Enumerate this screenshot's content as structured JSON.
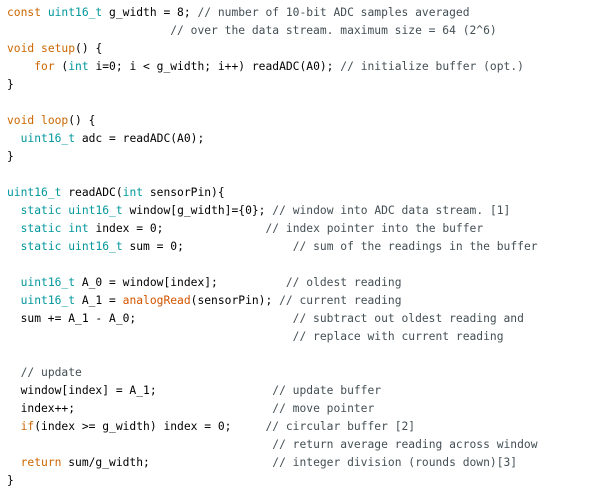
{
  "colors": {
    "background": "#ffffff",
    "keyword": "#cc6600",
    "type": "#00979c",
    "builtin_call": "#d35400",
    "comment": "#434f54",
    "plain": "#000000"
  },
  "code": {
    "lines": [
      [
        [
          "kw",
          "const "
        ],
        [
          "type",
          "uint16_t"
        ],
        [
          "pl",
          " g_width = 8; "
        ],
        [
          "cm",
          "// number of 10-bit ADC samples averaged"
        ]
      ],
      [
        [
          "pl",
          "                        "
        ],
        [
          "cm",
          "// over the data stream. maximum size = 64 (2^6)"
        ]
      ],
      [
        [
          "kw",
          "void"
        ],
        [
          "pl",
          " "
        ],
        [
          "kw",
          "setup"
        ],
        [
          "pl",
          "() {"
        ]
      ],
      [
        [
          "pl",
          "    "
        ],
        [
          "kw",
          "for"
        ],
        [
          "pl",
          " ("
        ],
        [
          "type",
          "int"
        ],
        [
          "pl",
          " i=0; i < g_width; i++) readADC(A0); "
        ],
        [
          "cm",
          "// initialize buffer (opt.)"
        ]
      ],
      [
        [
          "pl",
          "}"
        ]
      ],
      [],
      [
        [
          "kw",
          "void"
        ],
        [
          "pl",
          " "
        ],
        [
          "kw",
          "loop"
        ],
        [
          "pl",
          "() {"
        ]
      ],
      [
        [
          "pl",
          "  "
        ],
        [
          "type",
          "uint16_t"
        ],
        [
          "pl",
          " adc = readADC(A0);"
        ]
      ],
      [
        [
          "pl",
          "}"
        ]
      ],
      [],
      [
        [
          "type",
          "uint16_t"
        ],
        [
          "pl",
          " readADC("
        ],
        [
          "type",
          "int"
        ],
        [
          "pl",
          " sensorPin){"
        ]
      ],
      [
        [
          "pl",
          "  "
        ],
        [
          "type",
          "static"
        ],
        [
          "pl",
          " "
        ],
        [
          "type",
          "uint16_t"
        ],
        [
          "pl",
          " window[g_width]={0}; "
        ],
        [
          "cm",
          "// window into ADC data stream. [1]"
        ]
      ],
      [
        [
          "pl",
          "  "
        ],
        [
          "type",
          "static"
        ],
        [
          "pl",
          " "
        ],
        [
          "type",
          "int"
        ],
        [
          "pl",
          " index = 0;               "
        ],
        [
          "cm",
          "// index pointer into the buffer"
        ]
      ],
      [
        [
          "pl",
          "  "
        ],
        [
          "type",
          "static"
        ],
        [
          "pl",
          " "
        ],
        [
          "type",
          "uint16_t"
        ],
        [
          "pl",
          " sum = 0;                "
        ],
        [
          "cm",
          "// sum of the readings in the buffer"
        ]
      ],
      [],
      [
        [
          "pl",
          "  "
        ],
        [
          "type",
          "uint16_t"
        ],
        [
          "pl",
          " A_0 = window[index];          "
        ],
        [
          "cm",
          "// oldest reading"
        ]
      ],
      [
        [
          "pl",
          "  "
        ],
        [
          "type",
          "uint16_t"
        ],
        [
          "pl",
          " A_1 = "
        ],
        [
          "call",
          "analogRead"
        ],
        [
          "pl",
          "(sensorPin); "
        ],
        [
          "cm",
          "// current reading"
        ]
      ],
      [
        [
          "pl",
          "  sum += A_1 - A_0;                       "
        ],
        [
          "cm",
          "// subtract out oldest reading and"
        ]
      ],
      [
        [
          "pl",
          "                                          "
        ],
        [
          "cm",
          "// replace with current reading"
        ]
      ],
      [],
      [
        [
          "pl",
          "  "
        ],
        [
          "cm",
          "// update"
        ]
      ],
      [
        [
          "pl",
          "  window[index] = A_1;                 "
        ],
        [
          "cm",
          "// update buffer"
        ]
      ],
      [
        [
          "pl",
          "  index++;                             "
        ],
        [
          "cm",
          "// move pointer"
        ]
      ],
      [
        [
          "pl",
          "  "
        ],
        [
          "kw",
          "if"
        ],
        [
          "pl",
          "(index >= g_width) index = 0;     "
        ],
        [
          "cm",
          "// circular buffer [2]"
        ]
      ],
      [
        [
          "pl",
          "                                       "
        ],
        [
          "cm",
          "// return average reading across window"
        ]
      ],
      [
        [
          "pl",
          "  "
        ],
        [
          "kw",
          "return"
        ],
        [
          "pl",
          " sum/g_width;                  "
        ],
        [
          "cm",
          "// integer division (rounds down)[3]"
        ]
      ],
      [
        [
          "pl",
          "}"
        ]
      ]
    ]
  }
}
